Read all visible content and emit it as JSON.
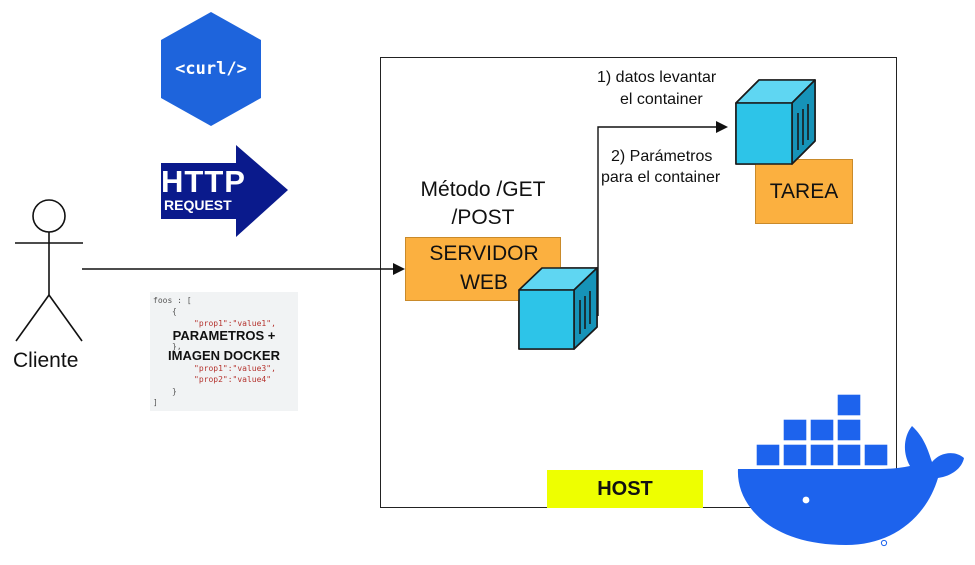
{
  "client": {
    "label": "Cliente"
  },
  "curl": {
    "text": "<curl/>"
  },
  "http": {
    "line1": "HTTP",
    "line2": "REQUEST"
  },
  "json": {
    "lines": [
      "foos : [",
      "{",
      "\"prop1\":\"value1\",",
      "},",
      "\"prop1\":\"value3\",",
      "\"prop2\":\"value4\"",
      "}",
      "]"
    ],
    "overlay1": "PARAMETROS +",
    "overlay2": "IMAGEN DOCKER"
  },
  "method": {
    "line1": "Método /GET",
    "line2": "/POST"
  },
  "server": {
    "line1": "SERVIDOR",
    "line2": "WEB"
  },
  "step1": {
    "line1": "1) datos levantar",
    "line2": "el container"
  },
  "step2": {
    "line1": "2) Parámetros",
    "line2": "para el container"
  },
  "task": {
    "label": "TAREA"
  },
  "host": {
    "label": "HOST"
  },
  "colors": {
    "orange": "#FBB040",
    "host_yellow": "#EEFF00",
    "docker_blue": "#1D63ED",
    "container_cyan": "#2DC4E8",
    "http_navy": "#0A1A8C",
    "curl_blue": "#1E64DC"
  }
}
